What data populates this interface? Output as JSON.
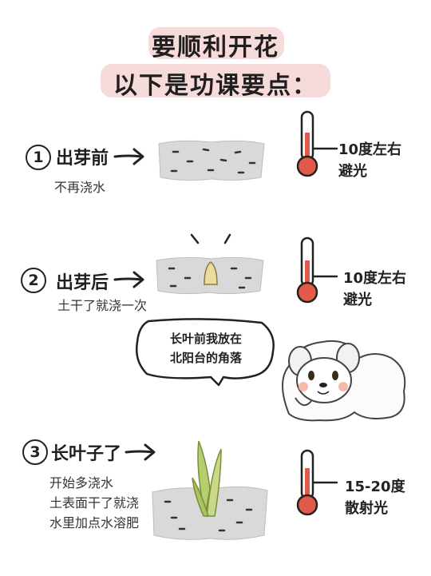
{
  "title": {
    "line1": "要顺利开花",
    "line2": "以下是功课要点："
  },
  "steps": [
    {
      "number": "1",
      "label": "出芽前",
      "note_lines": [
        "不再浇水"
      ],
      "temperature_lines": [
        "10度左右",
        "避光"
      ]
    },
    {
      "number": "2",
      "label": "出芽后",
      "note_lines": [
        "土干了就浇一次"
      ],
      "temperature_lines": [
        "10度左右",
        "避光"
      ]
    },
    {
      "number": "3",
      "label": "长叶子了",
      "note_lines": [
        "开始多浇水",
        "土表面干了就浇",
        "水里加点水溶肥"
      ],
      "temperature_lines": [
        "15-20度",
        "散射光"
      ]
    }
  ],
  "speech_bubble": {
    "lines": [
      "长叶前我放在",
      "北阳台的角落"
    ]
  },
  "colors": {
    "title_highlight": "#f7dada",
    "soil": "#d9d9d9",
    "thermometer_bulb": "#e25a4a",
    "sprout": "#c9d98a",
    "leaf": "#b5cf6e"
  },
  "icons": [
    "thermometer-icon",
    "arrow-right-icon",
    "sprout-icon",
    "dog-character"
  ]
}
